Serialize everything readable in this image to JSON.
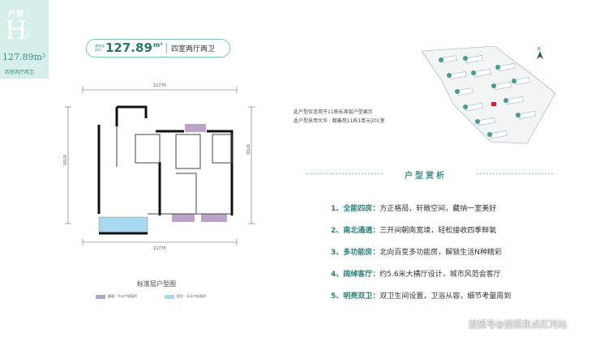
{
  "unit_tag": {
    "type_label": "户型",
    "letter": "H",
    "sub": "1`",
    "area": "127.89m²",
    "layout_desc": "四室两厅两卫"
  },
  "area_pill": {
    "label": "建筑面积约",
    "value": "127.89",
    "unit": "m²",
    "rooms": "四室两厅两卫"
  },
  "floor_plan": {
    "dim_top": "11775",
    "dim_bottom": "11775",
    "dim_left": "9700",
    "dim_right": "9700",
    "caption": "标准层户型图"
  },
  "legend": [
    {
      "label": "飘窗：不计产权面积",
      "color": "#b9a3c8"
    },
    {
      "label": "阳台：半计产权面积",
      "color": "#a9d9f0"
    }
  ],
  "notes": [
    "此户型仅适用于11栋标准层户型展示",
    "此户型采用大华 · 翰善苑11栋1单元201室"
  ],
  "site_plan": {
    "north_label": "N",
    "highlight_color": "#e0202a"
  },
  "section_title": "户型赏析",
  "features": [
    {
      "num": "1、",
      "title": "全能四房：",
      "desc": "方正格局，轩敞空间，藏纳一室美好"
    },
    {
      "num": "2、",
      "title": "南北通透：",
      "desc": "三开间朝南宽境，轻松接收四季鲜氧"
    },
    {
      "num": "3、",
      "title": "多功能房：",
      "desc": "北向百变多功能房，解锁生活N种精彩"
    },
    {
      "num": "4、",
      "title": "阔绰客厅：",
      "desc": "约5.6米大横厅设计，城市风范会客厅"
    },
    {
      "num": "5、",
      "title": "明亮双卫：",
      "desc": "双卫生间设置，卫浴从容，细节考量周到"
    }
  ],
  "watermark": "搜狐号@搜狐焦点红河站",
  "colors": {
    "accent": "#3c8d84",
    "tag_bg": "#d6efea"
  }
}
